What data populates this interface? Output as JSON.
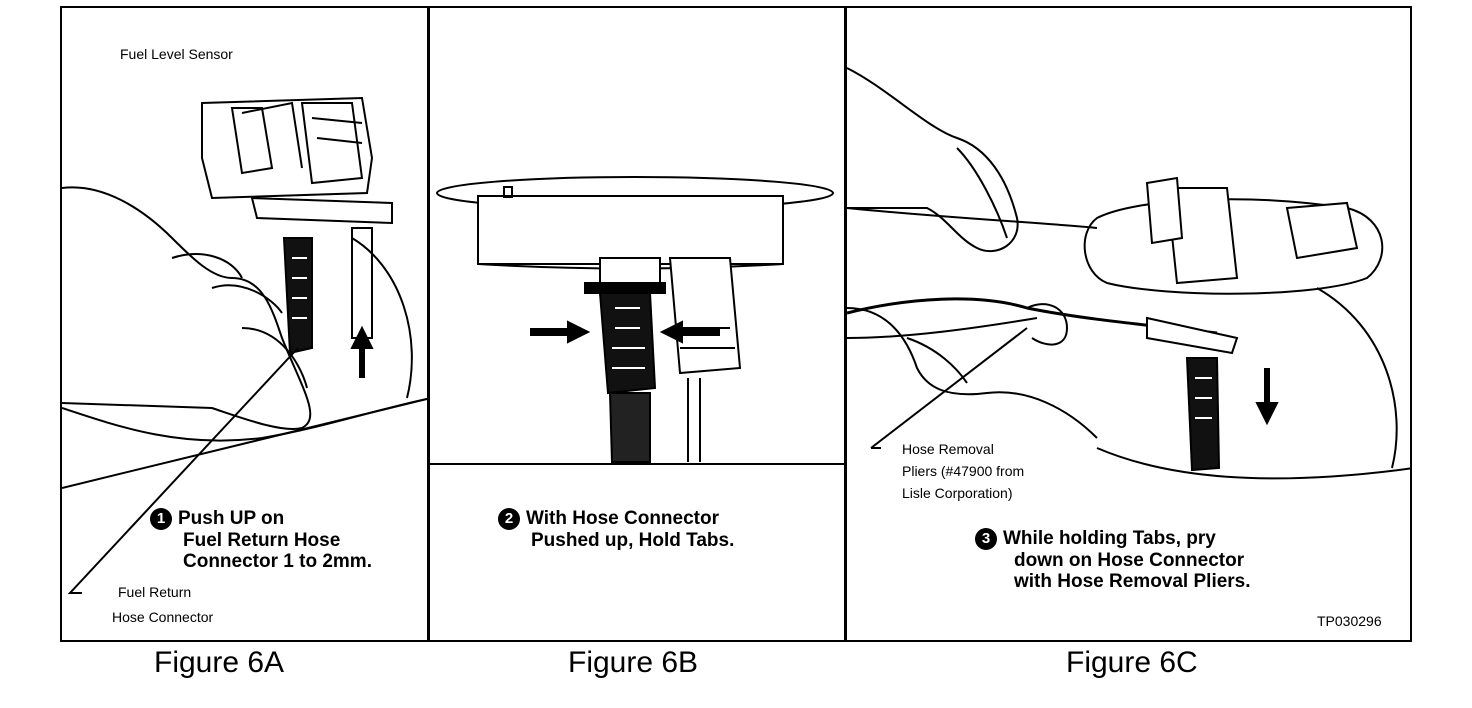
{
  "panels": {
    "a": {
      "caption": "Figure 6A",
      "sensor_label": "Fuel Level Sensor",
      "step_number": "1",
      "step_lines": [
        "Push UP on",
        "Fuel Return Hose",
        "Connector 1 to 2mm."
      ],
      "part_label_lines": [
        "Fuel Return",
        "Hose Connector"
      ]
    },
    "b": {
      "caption": "Figure 6B",
      "step_number": "2",
      "step_lines": [
        "With Hose Connector",
        "Pushed up, Hold Tabs."
      ]
    },
    "c": {
      "caption": "Figure 6C",
      "tool_label_lines": [
        "Hose Removal",
        "Pliers (#47900 from",
        "Lisle Corporation)"
      ],
      "step_number": "3",
      "step_lines": [
        "While holding Tabs, pry",
        "down on Hose Connector",
        "with Hose Removal Pliers."
      ],
      "figure_code": "TP030296"
    }
  }
}
